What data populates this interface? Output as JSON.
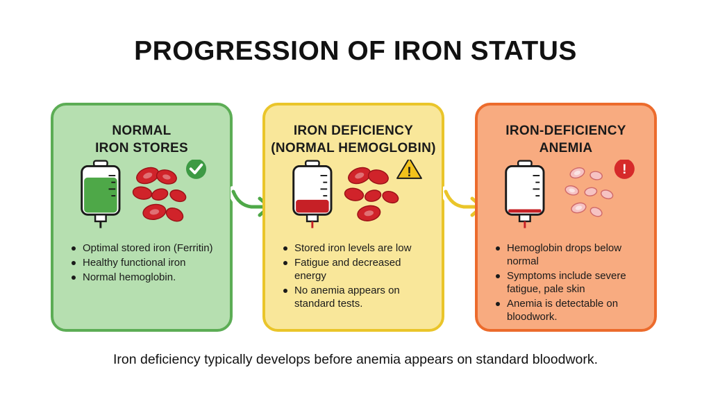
{
  "title": "PROGRESSION OF IRON STATUS",
  "stages": [
    {
      "title_lines": [
        "NORMAL",
        "IRON STORES"
      ],
      "status_icon": "check-icon",
      "bag_fill_fraction": 0.75,
      "bullets": [
        "Optimal stored iron (Ferritin)",
        "Healthy functional iron",
        "Normal hemoglobin."
      ]
    },
    {
      "title_lines": [
        "IRON DEFICIENCY",
        "(NORMAL HEMOGLOBIN)"
      ],
      "status_icon": "warning-icon",
      "status_glyph": "!",
      "bag_fill_fraction": 0.25,
      "bullets": [
        "Stored iron levels are low",
        "Fatigue and decreased energy",
        "No anemia appears on standard tests."
      ]
    },
    {
      "title_lines": [
        "IRON-DEFICIENCY",
        "ANEMIA"
      ],
      "status_icon": "alert-icon",
      "status_glyph": "!",
      "bag_fill_fraction": 0.06,
      "bullets": [
        "Hemoglobin drops below normal",
        "Symptoms include severe fatigue, pale skin",
        "Anemia is detectable on bloodwork."
      ]
    }
  ],
  "colors": {
    "green_fill": "#b6dfb0",
    "green_border": "#5cad55",
    "yellow_fill": "#f9e79a",
    "yellow_border": "#eac52a",
    "orange_fill": "#f8ab80",
    "orange_border": "#ec6b2c",
    "blood_red": "#d0232a",
    "pale_cell": "#f6c3c3"
  },
  "footer": "Iron deficiency typically develops before anemia appears on standard bloodwork."
}
